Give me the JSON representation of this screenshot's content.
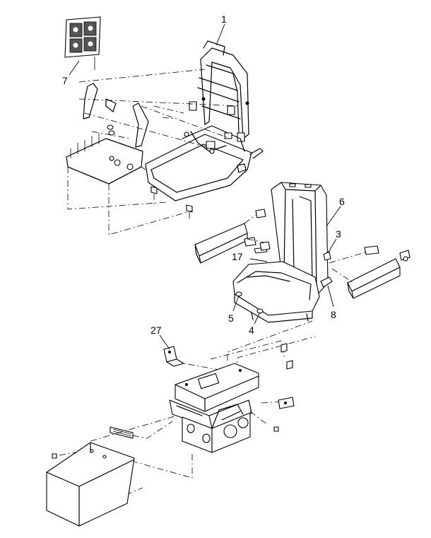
{
  "callouts": {
    "c1": "1",
    "c3": "3",
    "c4": "4",
    "c5": "5",
    "c6": "6",
    "c7": "7",
    "c8": "8",
    "c17": "17",
    "c27": "27"
  }
}
